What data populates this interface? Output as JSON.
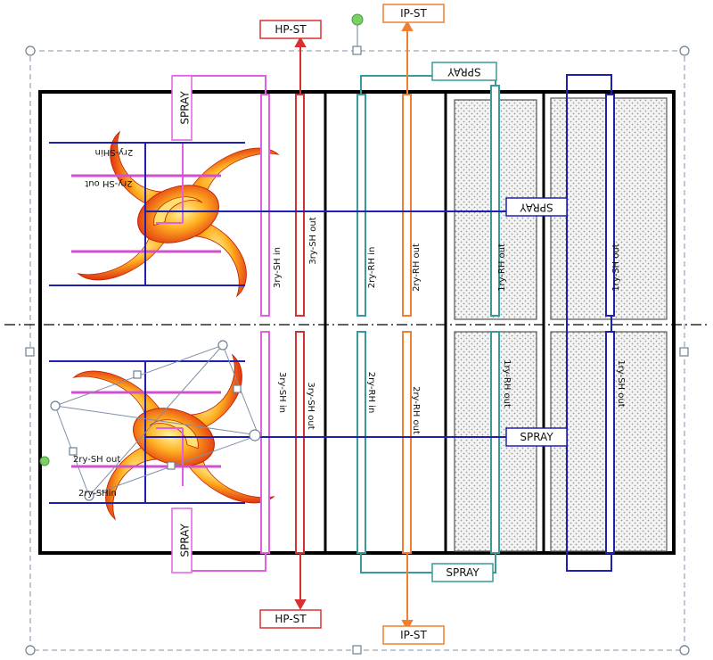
{
  "labels": {
    "hp_st": "HP-ST",
    "ip_st": "IP-ST",
    "spray": "SPRAY",
    "sh3_in": "3ry-SH in",
    "sh3_out": "3ry-SH out",
    "rh2_in": "2ry-RH in",
    "rh2_out": "2ry-RH out",
    "rh1_out": "1ry-RH out",
    "sh1_out": "1ry-SH out",
    "sh2_out": "2ry-SH out",
    "sh2_in": "2ry-SHin"
  },
  "colors": {
    "frame": "#000000",
    "pink": "#e060e0",
    "red": "#d83030",
    "teal": "#3a9a9a",
    "orange": "#f08030",
    "blue": "#2020b0",
    "blue_bar": "#7878d8",
    "selection": "#8090a8"
  },
  "icons": {
    "burner": "swirl-flame-icon",
    "handle": "resize-handle-icon",
    "rotate": "rotate-handle-icon"
  }
}
